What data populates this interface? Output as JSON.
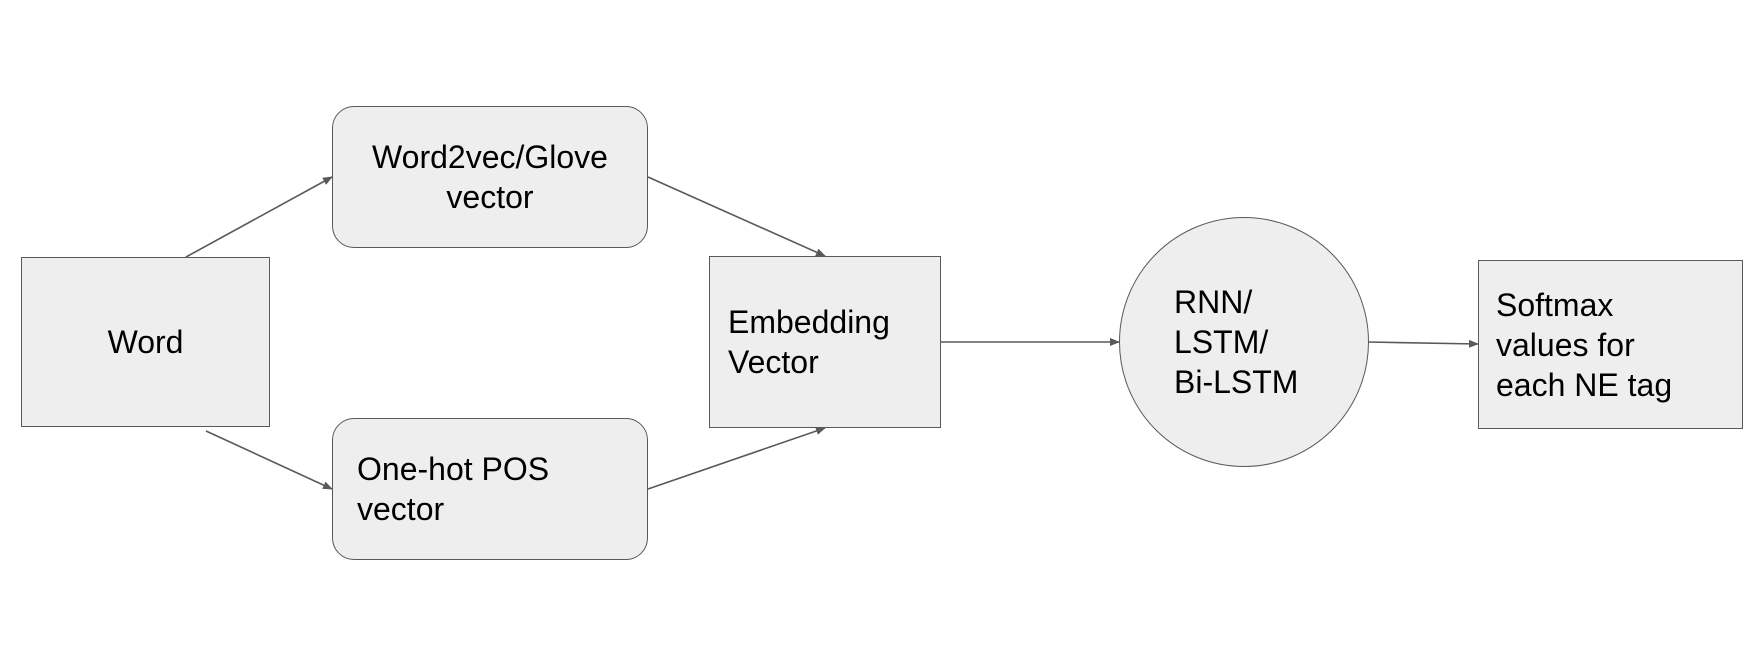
{
  "nodes": {
    "word": {
      "lines": [
        "Word"
      ]
    },
    "word2vec": {
      "lines": [
        "Word2vec/Glove",
        "vector"
      ]
    },
    "pos": {
      "lines": [
        "One-hot POS",
        "vector"
      ]
    },
    "embedding": {
      "lines": [
        "Embedding",
        "Vector"
      ]
    },
    "rnn": {
      "lines": [
        "RNN/",
        "LSTM/",
        "Bi-LSTM"
      ]
    },
    "softmax": {
      "lines": [
        "Softmax",
        "values for",
        "each NE tag"
      ]
    }
  },
  "edges": [
    {
      "from": "word",
      "to": "word2vec"
    },
    {
      "from": "word",
      "to": "pos"
    },
    {
      "from": "word2vec",
      "to": "embedding"
    },
    {
      "from": "pos",
      "to": "embedding"
    },
    {
      "from": "embedding",
      "to": "rnn"
    },
    {
      "from": "rnn",
      "to": "softmax"
    }
  ],
  "colors": {
    "node_fill": "#eeeeee",
    "node_stroke": "#595959",
    "edge": "#595959",
    "text": "#000000"
  }
}
